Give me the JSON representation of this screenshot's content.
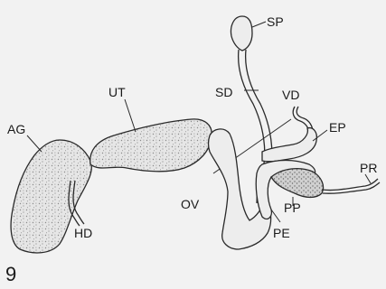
{
  "figure_number": "9",
  "labels": {
    "sp": "SP",
    "sd": "SD",
    "vd": "VD",
    "ut": "UT",
    "ep": "EP",
    "ag": "AG",
    "pr": "PR",
    "pp": "PP",
    "ov": "OV",
    "hd": "HD",
    "pe": "PE"
  },
  "colors": {
    "background": "#f2f2f2",
    "outline": "#2a2a2a",
    "fill": "#e6e6e6",
    "stipple": "#8a8a8a"
  }
}
